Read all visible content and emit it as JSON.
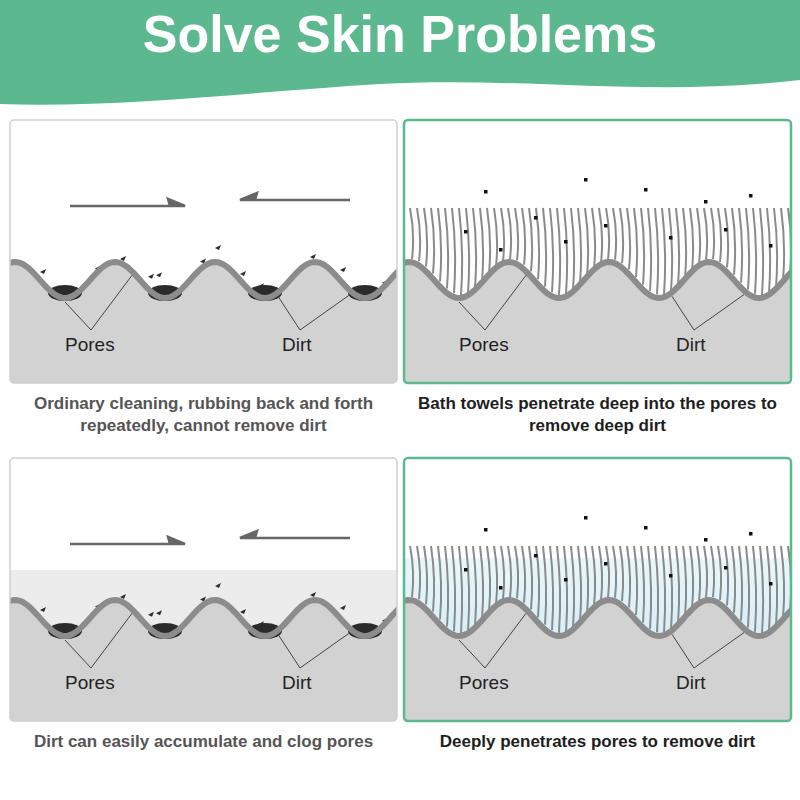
{
  "diagram": {
    "title": "Solve Skin Problems",
    "nodes": [
      {
        "text": [
          "Pores",
          "Dirt",
          "Ordinary cleaning, rubbing back and forth repeatedly, cannot remove dirt"
        ]
      },
      {
        "text": [
          "Pores",
          "Dirt",
          "Bath towels penetrate deep into the pores to remove deep dirt"
        ]
      },
      {
        "text": [
          "Pores",
          "Dirt",
          "Dirt can easily accumulate and clog pores"
        ]
      },
      {
        "text": [
          "Pores",
          "Dirt",
          "Deeply penetrates pores to remove dirt"
        ]
      }
    ]
  }
}
